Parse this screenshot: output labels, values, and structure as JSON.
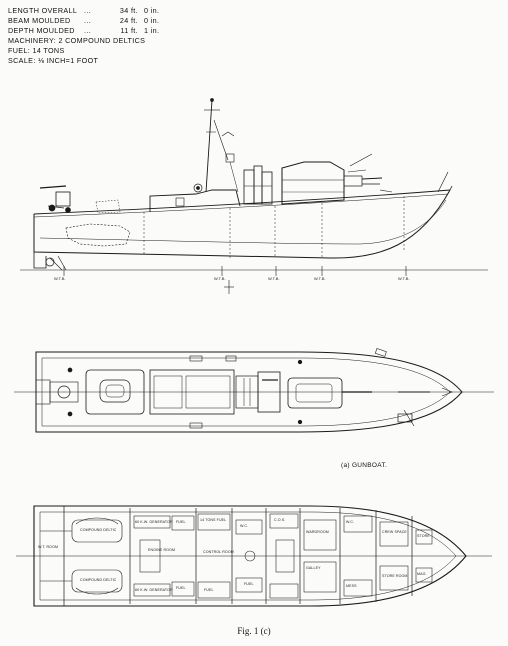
{
  "specs": {
    "rows": [
      {
        "label": "LENGTH OVERALL",
        "dots": "...",
        "value": "34 ft.",
        "unit": "0 in."
      },
      {
        "label": "BEAM MOULDED",
        "dots": "...",
        "value": "24 ft.",
        "unit": "0 in."
      },
      {
        "label": "DEPTH MOULDED",
        "dots": "...",
        "value": "11 ft.",
        "unit": "1 in."
      }
    ],
    "machinery": "MACHINERY: 2 COMPOUND DELTICS",
    "fuel": "FUEL: 14 TONS",
    "scale": "SCALE: ⅛ INCH=1 FOOT"
  },
  "plan_label": "(a) GUNBOAT.",
  "caption": "Fig. 1 (c)",
  "frame_marks": [
    "W.T.B.",
    "W.T.B.",
    "W.T.B.",
    "W.T.B.",
    "W.T.B."
  ],
  "rooms": {
    "ward_room": "W.T. ROOM",
    "engine_room": "ENGINE ROOM",
    "compound_deltic_1": "COMPOUND DELTIC",
    "compound_deltic_2": "COMPOUND DELTIC",
    "generator_1": "60 K.W. GENERATOR",
    "generator_2": "60 K.W. GENERATOR",
    "fuel_1": "FUEL",
    "fuel_2": "FUEL",
    "fuel_3": "FUEL",
    "fuel_4": "FUEL",
    "fuel_tanks": "14 TONS FUEL",
    "control_room": "CONTROL ROOM",
    "wc_1": "W.C.",
    "wc_2": "W.C.",
    "cos": "C.O.S.",
    "galley": "GALLEY",
    "crew_space": "CREW SPACE",
    "mess": "MESS",
    "store": "STORE",
    "store_room": "STORE ROOM",
    "mag": "MAG.",
    "wardroom": "WARDROOM"
  }
}
